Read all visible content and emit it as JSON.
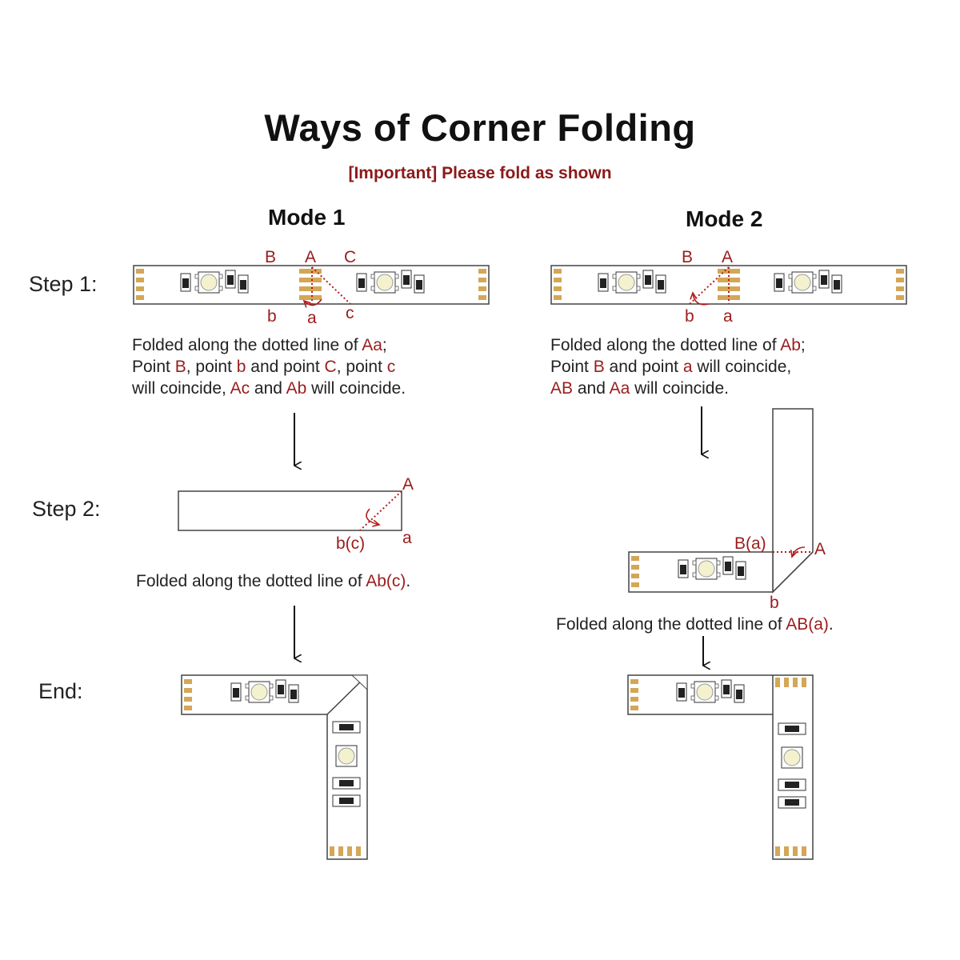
{
  "title": "Ways of Corner Folding",
  "subtitle": "[Important] Please fold as shown",
  "colors": {
    "accent": "#9b1c1c",
    "strip": "#ffffff",
    "pad": "#d4a657",
    "chip": "#222222",
    "led": "#f6f3d6"
  },
  "steps": {
    "step1": "Step 1:",
    "step2": "Step 2:",
    "end": "End:"
  },
  "mode1": {
    "heading": "Mode 1",
    "step1_points": {
      "B": "B",
      "A": "A",
      "C": "C",
      "b": "b",
      "a": "a",
      "c": "c"
    },
    "step1_desc": {
      "line1": [
        {
          "t": "Folded along the dotted line of "
        },
        {
          "t": "Aa",
          "hl": true
        },
        {
          "t": ";"
        }
      ],
      "line2": [
        {
          "t": "Point "
        },
        {
          "t": "B",
          "hl": true
        },
        {
          "t": ", point "
        },
        {
          "t": "b",
          "hl": true
        },
        {
          "t": " and point "
        },
        {
          "t": "C",
          "hl": true
        },
        {
          "t": ", point "
        },
        {
          "t": "c",
          "hl": true
        }
      ],
      "line3": [
        {
          "t": "will coincide, "
        },
        {
          "t": "Ac",
          "hl": true
        },
        {
          "t": " and "
        },
        {
          "t": "Ab",
          "hl": true
        },
        {
          "t": " will coincide."
        }
      ]
    },
    "step2_points": {
      "A": "A",
      "bc": "b(c)",
      "a": "a"
    },
    "step2_desc": [
      {
        "t": "Folded along the dotted line of "
      },
      {
        "t": "Ab(c)",
        "hl": true
      },
      {
        "t": "."
      }
    ]
  },
  "mode2": {
    "heading": "Mode 2",
    "step1_points": {
      "B": "B",
      "A": "A",
      "b": "b",
      "a": "a"
    },
    "step1_desc": {
      "line1": [
        {
          "t": "Folded along the dotted line of "
        },
        {
          "t": "Ab",
          "hl": true
        },
        {
          "t": ";"
        }
      ],
      "line2": [
        {
          "t": "Point "
        },
        {
          "t": "B",
          "hl": true
        },
        {
          "t": " and point "
        },
        {
          "t": "a",
          "hl": true
        },
        {
          "t": " will coincide,"
        }
      ],
      "line3": [
        {
          "t": "AB",
          "hl": true
        },
        {
          "t": " and "
        },
        {
          "t": "Aa",
          "hl": true
        },
        {
          "t": " will coincide."
        }
      ]
    },
    "step2_points": {
      "Ba": "B(a)",
      "A": "A",
      "b": "b"
    },
    "step2_desc": [
      {
        "t": "Folded along the dotted line of "
      },
      {
        "t": "AB(a)",
        "hl": true
      },
      {
        "t": "."
      }
    ]
  }
}
